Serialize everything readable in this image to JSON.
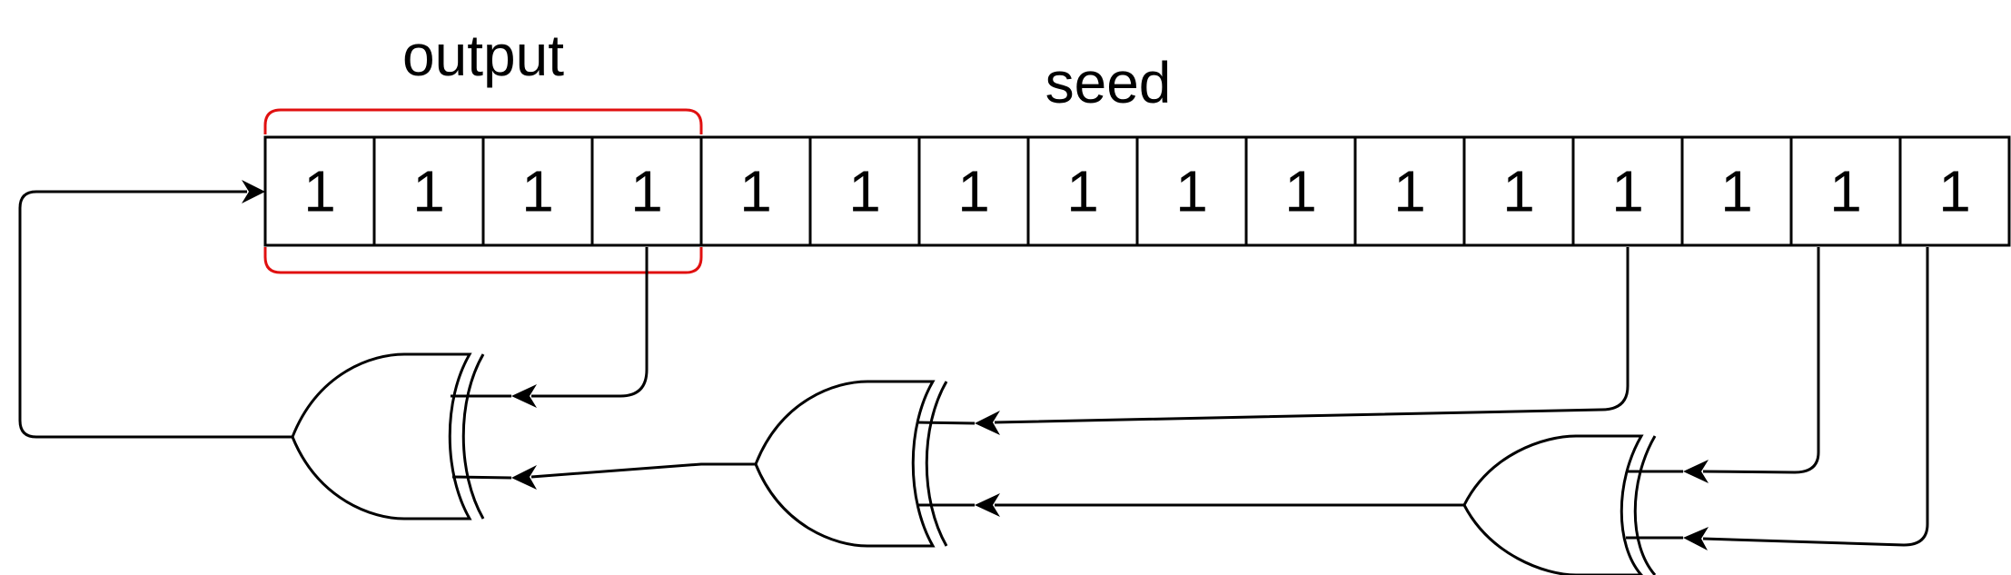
{
  "labels": {
    "output": "output",
    "seed": "seed"
  },
  "register": {
    "bits": [
      "1",
      "1",
      "1",
      "1",
      "1",
      "1",
      "1",
      "1",
      "1",
      "1",
      "1",
      "1",
      "1",
      "1",
      "1",
      "1"
    ]
  },
  "colors": {
    "bracket": "#e01010",
    "line": "#000000"
  }
}
